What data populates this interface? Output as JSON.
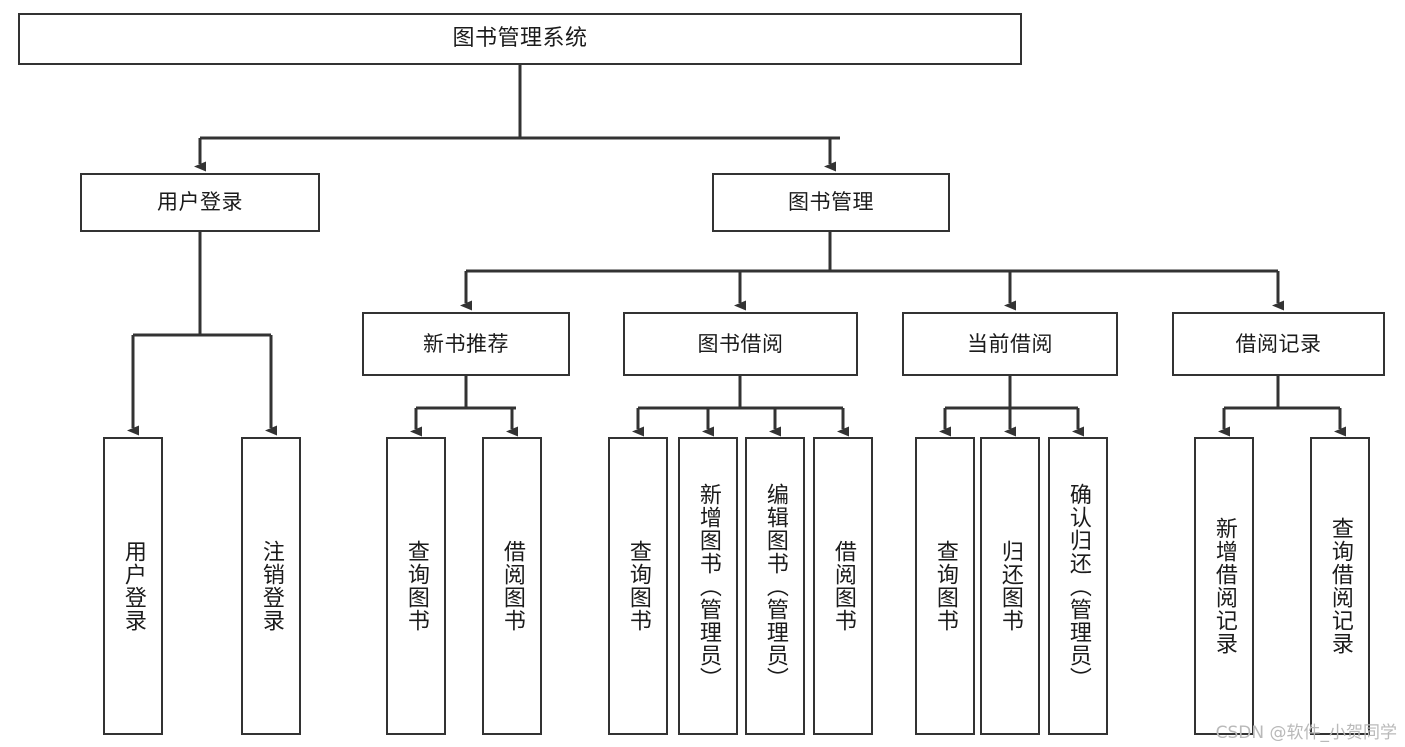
{
  "diagram": {
    "type": "tree",
    "title": "图书管理系统",
    "root": {
      "label": "图书管理系统"
    },
    "level1": [
      {
        "label": "用户登录"
      },
      {
        "label": "图书管理"
      }
    ],
    "level2": [
      {
        "label": "新书推荐"
      },
      {
        "label": "图书借阅"
      },
      {
        "label": "当前借阅"
      },
      {
        "label": "借阅记录"
      }
    ],
    "leaves": {
      "user_login": [
        {
          "label": "用户登录"
        },
        {
          "label": "注销登录"
        }
      ],
      "new_book_recommend": [
        {
          "label": "查询图书"
        },
        {
          "label": "借阅图书"
        }
      ],
      "book_borrow": [
        {
          "label": "查询图书"
        },
        {
          "label": "新增图书（管理员）"
        },
        {
          "label": "编辑图书（管理员）"
        },
        {
          "label": "借阅图书"
        }
      ],
      "current_borrow": [
        {
          "label": "查询图书"
        },
        {
          "label": "归还图书"
        },
        {
          "label": "确认归还（管理员）"
        }
      ],
      "borrow_record": [
        {
          "label": "新增借阅记录"
        },
        {
          "label": "查询借阅记录"
        }
      ]
    }
  },
  "watermark": {
    "text": "CSDN @软件_小贺同学"
  },
  "colors": {
    "stroke": "#333333",
    "text": "#1b1b1b",
    "background": "#ffffff",
    "watermark": "#b9b9b9"
  }
}
